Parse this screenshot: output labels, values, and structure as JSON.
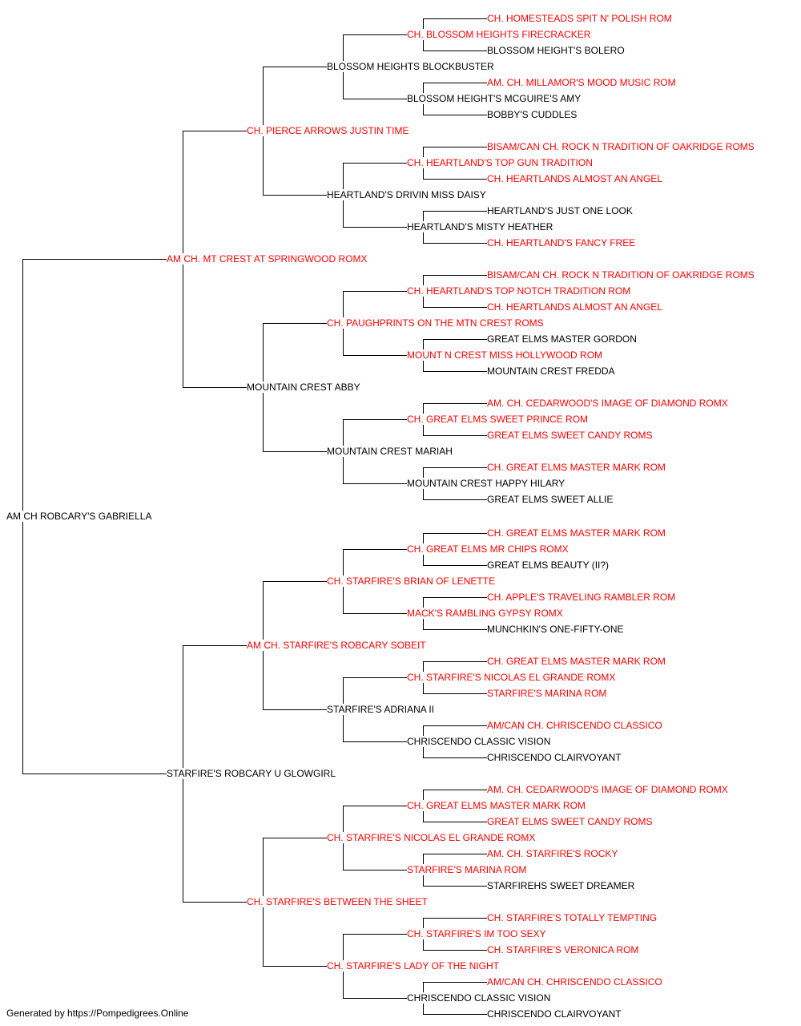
{
  "colors": {
    "champion": "#ff0000",
    "regular": "#000000",
    "connector": "#000000"
  },
  "footer": "Generated by https://Pompedigrees.Online",
  "pedigree": {
    "name": "AM CH ROBCARY'S GABRIELLA",
    "champion": false,
    "sire": {
      "name": "AM CH. MT CREST AT SPRINGWOOD ROMX",
      "champion": true,
      "sire": {
        "name": "CH. PIERCE ARROWS JUSTIN TIME",
        "champion": true,
        "sire": {
          "name": "BLOSSOM HEIGHTS BLOCKBUSTER",
          "champion": false,
          "sire": {
            "name": "CH. BLOSSOM HEIGHTS FIRECRACKER",
            "champion": true,
            "sire": {
              "name": "CH. HOMESTEADS SPIT N' POLISH ROM",
              "champion": true
            },
            "dam": {
              "name": "BLOSSOM HEIGHT'S BOLERO",
              "champion": false
            }
          },
          "dam": {
            "name": "BLOSSOM HEIGHT'S MCGUIRE'S AMY",
            "champion": false,
            "sire": {
              "name": "AM. CH. MILLAMOR'S MOOD MUSIC ROM",
              "champion": true
            },
            "dam": {
              "name": "BOBBY'S CUDDLES",
              "champion": false
            }
          }
        },
        "dam": {
          "name": "HEARTLAND'S DRIVIN MISS DAISY",
          "champion": false,
          "sire": {
            "name": "CH. HEARTLAND'S TOP GUN TRADITION",
            "champion": true,
            "sire": {
              "name": "BISAM/CAN CH. ROCK N TRADITION OF OAKRIDGE ROMS",
              "champion": true
            },
            "dam": {
              "name": "CH. HEARTLANDS ALMOST AN ANGEL",
              "champion": true
            }
          },
          "dam": {
            "name": "HEARTLAND'S MISTY HEATHER",
            "champion": false,
            "sire": {
              "name": "HEARTLAND'S JUST ONE LOOK",
              "champion": false
            },
            "dam": {
              "name": "CH. HEARTLAND'S FANCY FREE",
              "champion": true
            }
          }
        }
      },
      "dam": {
        "name": "MOUNTAIN CREST ABBY",
        "champion": false,
        "sire": {
          "name": "CH. PAUGHPRINTS ON THE MTN CREST ROMS",
          "champion": true,
          "sire": {
            "name": "CH. HEARTLAND'S TOP NOTCH TRADITION ROM",
            "champion": true,
            "sire": {
              "name": "BISAM/CAN CH. ROCK N TRADITION OF OAKRIDGE ROMS",
              "champion": true
            },
            "dam": {
              "name": "CH. HEARTLANDS ALMOST AN ANGEL",
              "champion": true
            }
          },
          "dam": {
            "name": "MOUNT N CREST MISS HOLLYWOOD ROM",
            "champion": true,
            "sire": {
              "name": "GREAT ELMS MASTER GORDON",
              "champion": false
            },
            "dam": {
              "name": "MOUNTAIN CREST FREDDA",
              "champion": false
            }
          }
        },
        "dam": {
          "name": "MOUNTAIN CREST MARIAH",
          "champion": false,
          "sire": {
            "name": "CH. GREAT ELMS SWEET PRINCE ROM",
            "champion": true,
            "sire": {
              "name": "AM. CH. CEDARWOOD'S IMAGE OF DIAMOND ROMX",
              "champion": true
            },
            "dam": {
              "name": "GREAT ELMS SWEET CANDY ROMS",
              "champion": true
            }
          },
          "dam": {
            "name": "MOUNTAIN CREST HAPPY HILARY",
            "champion": false,
            "sire": {
              "name": "CH. GREAT ELMS MASTER MARK ROM",
              "champion": true
            },
            "dam": {
              "name": "GREAT ELMS SWEET ALLIE",
              "champion": false
            }
          }
        }
      }
    },
    "dam": {
      "name": "STARFIRE'S ROBCARY U GLOWGIRL",
      "champion": false,
      "sire": {
        "name": "AM CH. STARFIRE'S ROBCARY SOBEIT",
        "champion": true,
        "sire": {
          "name": "CH. STARFIRE'S BRIAN OF LENETTE",
          "champion": true,
          "sire": {
            "name": "CH. GREAT ELMS MR CHIPS ROMX",
            "champion": true,
            "sire": {
              "name": "CH. GREAT ELMS MASTER MARK ROM",
              "champion": true
            },
            "dam": {
              "name": "GREAT ELMS BEAUTY (II?)",
              "champion": false
            }
          },
          "dam": {
            "name": "MACK'S RAMBLING GYPSY ROMX",
            "champion": true,
            "sire": {
              "name": "CH. APPLE'S TRAVELING RAMBLER ROM",
              "champion": true
            },
            "dam": {
              "name": "MUNCHKIN'S ONE-FIFTY-ONE",
              "champion": false
            }
          }
        },
        "dam": {
          "name": "STARFIRE'S ADRIANA II",
          "champion": false,
          "sire": {
            "name": "CH. STARFIRE'S NICOLAS EL GRANDE ROMX",
            "champion": true,
            "sire": {
              "name": "CH. GREAT ELMS MASTER MARK ROM",
              "champion": true
            },
            "dam": {
              "name": "STARFIRE'S MARINA ROM",
              "champion": true
            }
          },
          "dam": {
            "name": "CHRISCENDO CLASSIC VISION",
            "champion": false,
            "sire": {
              "name": "AM/CAN CH. CHRISCENDO CLASSICO",
              "champion": true
            },
            "dam": {
              "name": "CHRISCENDO CLAIRVOYANT",
              "champion": false
            }
          }
        }
      },
      "dam": {
        "name": "CH. STARFIRE'S BETWEEN THE SHEET",
        "champion": true,
        "sire": {
          "name": "CH. STARFIRE'S NICOLAS EL GRANDE ROMX",
          "champion": true,
          "sire": {
            "name": "CH. GREAT ELMS MASTER MARK ROM",
            "champion": true,
            "sire": {
              "name": "AM. CH. CEDARWOOD'S IMAGE OF DIAMOND ROMX",
              "champion": true
            },
            "dam": {
              "name": "GREAT ELMS SWEET CANDY ROMS",
              "champion": true
            }
          },
          "dam": {
            "name": "STARFIRE'S MARINA ROM",
            "champion": true,
            "sire": {
              "name": "AM. CH. STARFIRE'S ROCKY",
              "champion": true
            },
            "dam": {
              "name": "STARFIREHS SWEET DREAMER",
              "champion": false
            }
          }
        },
        "dam": {
          "name": "CH. STARFIRE'S LADY OF THE NIGHT",
          "champion": true,
          "sire": {
            "name": "CH. STARFIRE'S IM TOO SEXY",
            "champion": true,
            "sire": {
              "name": "CH. STARFIRE'S TOTALLY TEMPTING",
              "champion": true
            },
            "dam": {
              "name": "CH. STARFIRE'S VERONICA ROM",
              "champion": true
            }
          },
          "dam": {
            "name": "CHRISCENDO CLASSIC VISION",
            "champion": false,
            "sire": {
              "name": "AM/CAN CH. CHRISCENDO CLASSICO",
              "champion": true
            },
            "dam": {
              "name": "CHRISCENDO CLAIRVOYANT",
              "champion": false
            }
          }
        }
      }
    }
  }
}
